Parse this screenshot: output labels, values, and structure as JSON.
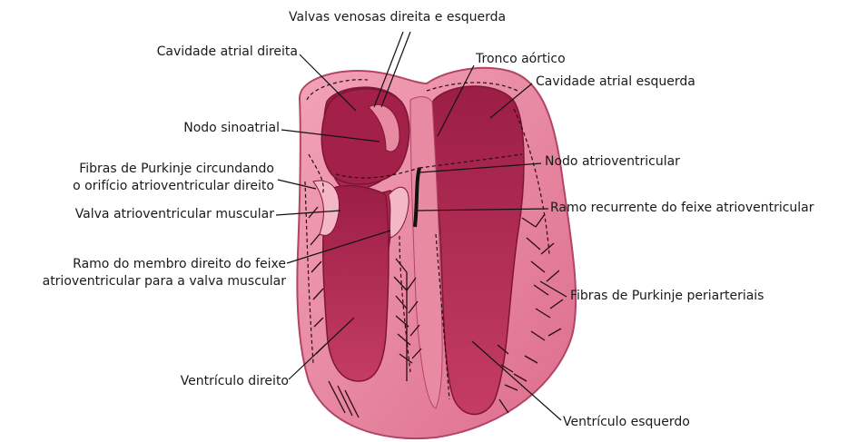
{
  "labels": {
    "valvas_venosas": "Valvas venosas direita e esquerda",
    "cavidade_atrial_direita": "Cavidade atrial direita",
    "tronco_aortico": "Tronco aórtico",
    "cavidade_atrial_esquerda": "Cavidade atrial esquerda",
    "nodo_sinoatrial": "Nodo sinoatrial",
    "nodo_atrioventricular": "Nodo atrioventricular",
    "fibras_purkinje_circundando_1": "Fibras de Purkinje circundando",
    "fibras_purkinje_circundando_2": "o orifício atrioventricular direito",
    "valva_atrioventricular_muscular": "Valva atrioventricular muscular",
    "ramo_recurrente": "Ramo recurrente do feixe atrioventricular",
    "ramo_membro_direito_1": "Ramo do membro direito do feixe",
    "ramo_membro_direito_2": "atrioventricular para a valva muscular",
    "fibras_purkinje_periarteriais": "Fibras de Purkinje periarteriais",
    "ventriculo_direito": "Ventrículo direito",
    "ventriculo_esquerdo": "Ventrículo esquerdo"
  },
  "colors": {
    "heart_wall": "#e47b97",
    "chamber_dark": "#a8264b",
    "chamber_mid": "#c43a62",
    "purkinje": "#2a0a14",
    "leader": "#111111"
  }
}
